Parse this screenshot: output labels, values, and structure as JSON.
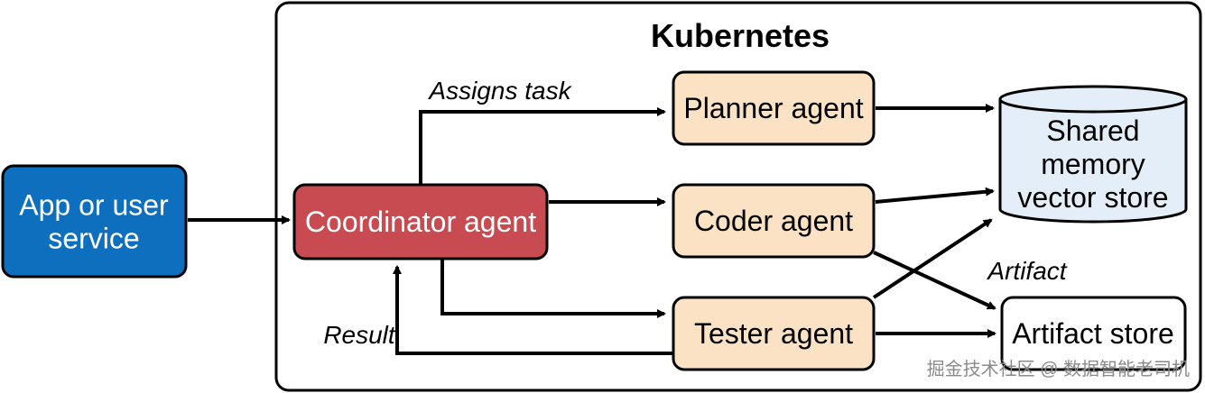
{
  "cluster": {
    "title": "Kubernetes"
  },
  "nodes": {
    "app": "App or user\nservice",
    "coordinator": "Coordinator agent",
    "planner": "Planner agent",
    "coder": "Coder agent",
    "tester": "Tester agent",
    "memory": "Shared\nmemory\nvector store",
    "artifact": "Artifact store"
  },
  "edges": {
    "assigns": "Assigns task",
    "result": "Result",
    "artifact": "Artifact"
  },
  "watermark": "掘金技术社区 @ 数据智能老司机",
  "colors": {
    "app_fill": "#0F6FBF",
    "coordinator_fill": "#C94B52",
    "agent_fill": "#FBE2C4",
    "store_fill": "#E3EEF8",
    "line": "#000000"
  }
}
